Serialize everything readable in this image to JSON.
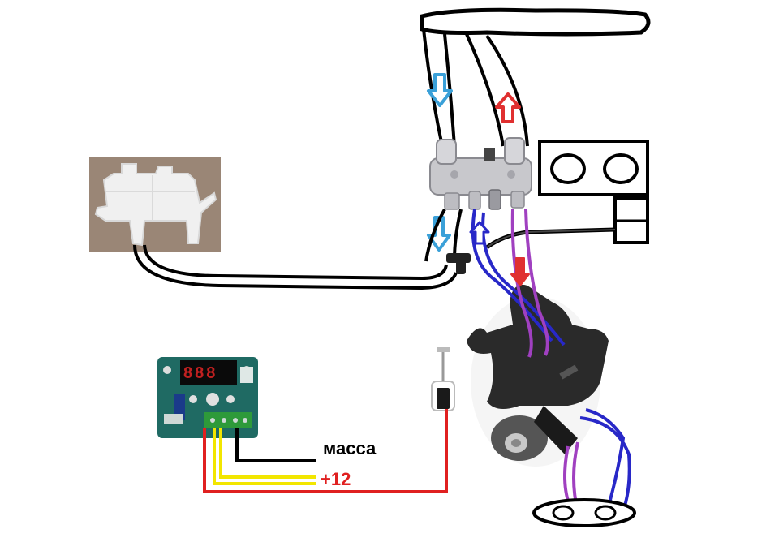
{
  "labels": {
    "ground": "масса",
    "plus12": "+12"
  },
  "thermostat_display": "888",
  "colors": {
    "hose": "#000000",
    "flow_cold": "#3aa0d8",
    "flow_hot": "#e03030",
    "wire_ground": "#000000",
    "wire_plus": "#f2e600",
    "wire_signal": "#e02020",
    "pipe_blue": "#2828c8",
    "pipe_purple": "#a040c0",
    "pcb": "#1f6a63",
    "display": "#c02020",
    "valve_body": "#c8c8cc",
    "pump": "#2a2a2a"
  },
  "icons": {
    "flow_down_arrow": "arrow-down-icon",
    "flow_up_arrow": "arrow-up-icon"
  }
}
